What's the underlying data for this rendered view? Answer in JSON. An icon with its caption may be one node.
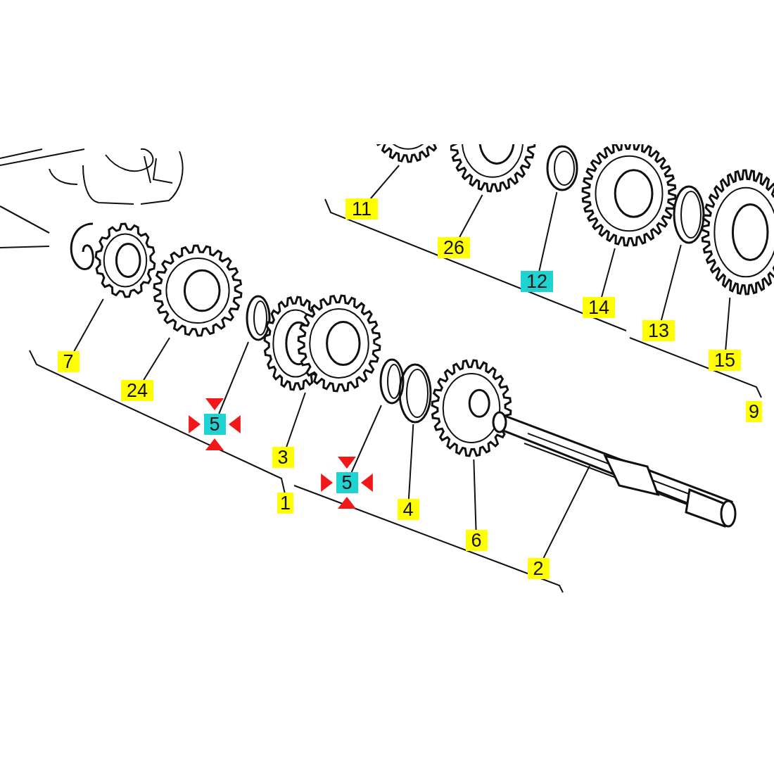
{
  "diagram": {
    "nodes": [
      {
        "text": [],
        "shape": "gear"
      },
      {
        "text": [],
        "shape": "gear"
      },
      {
        "text": [],
        "shape": "ring"
      },
      {
        "text": [],
        "shape": "gear"
      },
      {
        "text": [],
        "shape": "ring"
      },
      {
        "text": [],
        "shape": "gear"
      },
      {
        "text": [],
        "shape": "gear"
      },
      {
        "text": [],
        "shape": "gear"
      },
      {
        "text": [],
        "shape": "ring"
      },
      {
        "text": [],
        "shape": "gear"
      },
      {
        "text": [],
        "shape": "ring"
      },
      {
        "text": [],
        "shape": "ring"
      },
      {
        "text": [],
        "shape": "gear"
      },
      {
        "text": [],
        "shape": "shaft"
      },
      {
        "text": [
          "11"
        ]
      },
      {
        "text": [
          "26"
        ]
      },
      {
        "text": [
          "12"
        ]
      },
      {
        "text": [
          "14"
        ]
      },
      {
        "text": [
          "13"
        ]
      },
      {
        "text": [
          "15"
        ]
      },
      {
        "text": [
          "7"
        ]
      },
      {
        "text": [
          "24"
        ]
      },
      {
        "text": [
          "5"
        ]
      },
      {
        "text": [
          "3"
        ]
      },
      {
        "text": [
          "5"
        ]
      },
      {
        "text": [
          "4"
        ]
      },
      {
        "text": [
          "6"
        ]
      },
      {
        "text": [
          "2"
        ]
      }
    ],
    "edges": [
      {
        "from": 14,
        "to": 0,
        "arrow": "none"
      },
      {
        "from": 15,
        "to": 1,
        "arrow": "none"
      },
      {
        "from": 16,
        "to": 2,
        "arrow": "none"
      },
      {
        "from": 17,
        "to": 3,
        "arrow": "none"
      },
      {
        "from": 18,
        "to": 4,
        "arrow": "none"
      },
      {
        "from": 19,
        "to": 5,
        "arrow": "none"
      },
      {
        "from": 20,
        "to": 6,
        "arrow": "none"
      },
      {
        "from": 21,
        "to": 7,
        "arrow": "none"
      },
      {
        "from": 22,
        "to": 8,
        "arrow": "none"
      },
      {
        "from": 23,
        "to": 9,
        "arrow": "none"
      },
      {
        "from": 24,
        "to": 10,
        "arrow": "none"
      },
      {
        "from": 25,
        "to": 11,
        "arrow": "none"
      },
      {
        "from": 26,
        "to": 12,
        "arrow": "none"
      },
      {
        "from": 27,
        "to": 13,
        "arrow": "none"
      }
    ],
    "labels": [
      "1",
      "9"
    ]
  }
}
